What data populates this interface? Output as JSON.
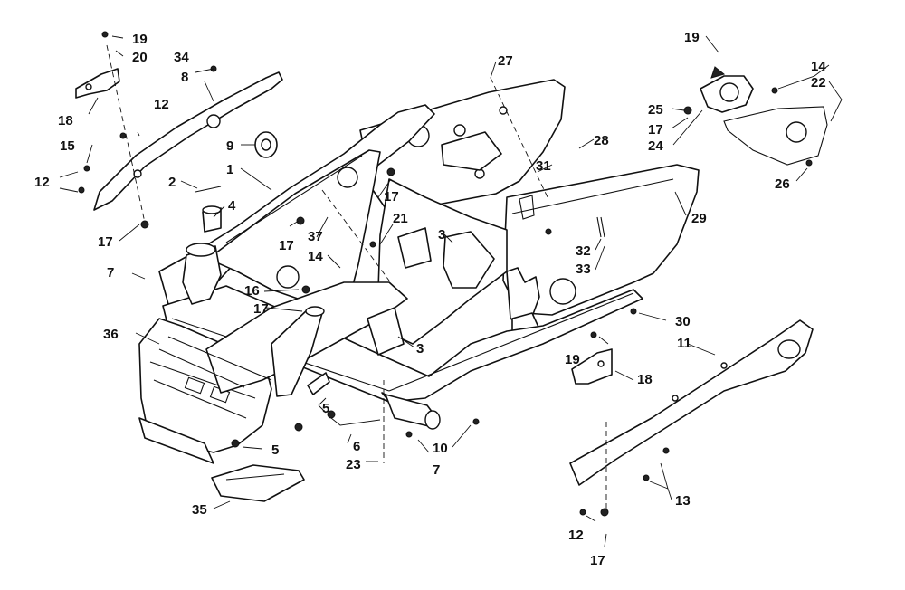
{
  "diagram": {
    "type": "exploded-parts-view",
    "callouts": {
      "c1": "1",
      "c2": "2",
      "c3a": "3",
      "c3b": "3",
      "c4": "4",
      "c5a": "5",
      "c5b": "5",
      "c6": "6",
      "c7a": "7",
      "c7b": "7",
      "c8": "8",
      "c9": "9",
      "c10": "10",
      "c11": "11",
      "c12a": "12",
      "c12b": "12",
      "c12c": "12",
      "c13": "13",
      "c14a": "14",
      "c14b": "14",
      "c15": "15",
      "c16": "16",
      "c17a": "17",
      "c17b": "17",
      "c17c": "17",
      "c17d": "17",
      "c17e": "17",
      "c17f": "17",
      "c18a": "18",
      "c18b": "18",
      "c19a": "19",
      "c19b": "19",
      "c19c": "19",
      "c20": "20",
      "c21": "21",
      "c22": "22",
      "c23": "23",
      "c24": "24",
      "c25": "25",
      "c26": "26",
      "c27": "27",
      "c28": "28",
      "c29": "29",
      "c30": "30",
      "c31": "31",
      "c32": "32",
      "c33": "33",
      "c34": "34",
      "c35": "35",
      "c36": "36",
      "c37": "37"
    }
  }
}
